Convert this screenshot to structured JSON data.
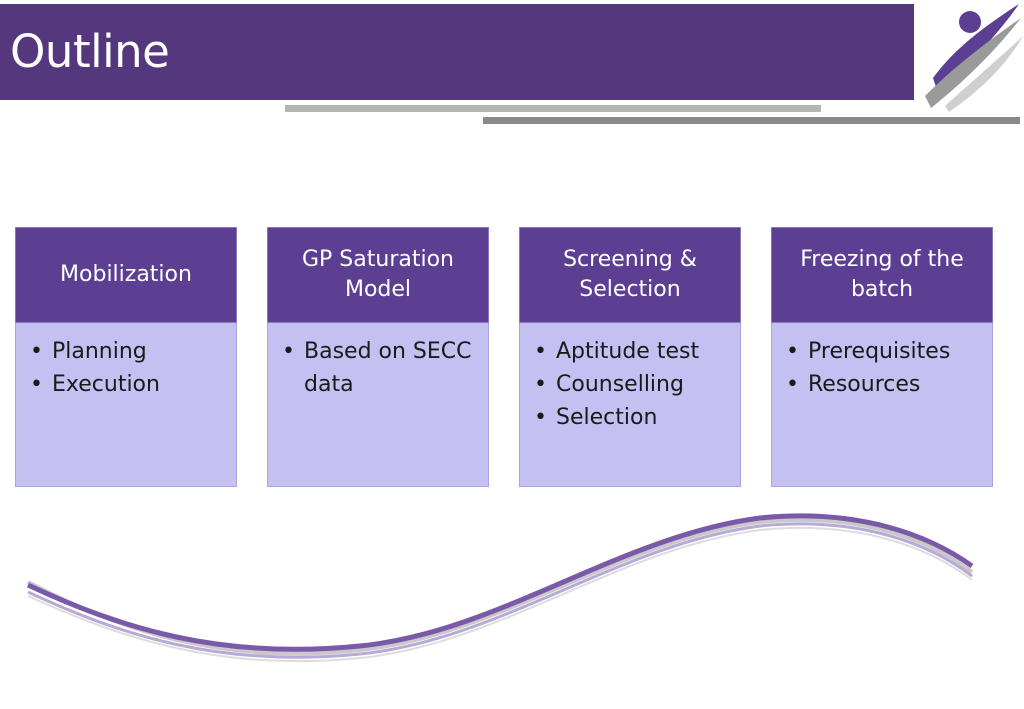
{
  "slide": {
    "title": "Outline"
  },
  "colors": {
    "title_bar": "#55377d",
    "card_header": "#5c3f92",
    "card_body": "#c4c0f2"
  },
  "cards": [
    {
      "title": "Mobilization",
      "items": [
        "Planning",
        "Execution"
      ]
    },
    {
      "title": "GP Saturation Model",
      "items": [
        "Based on SECC data"
      ]
    },
    {
      "title": "Screening & Selection",
      "items": [
        "Aptitude test",
        "Counselling",
        "Selection"
      ]
    },
    {
      "title": "Freezing of the batch",
      "items": [
        "Prerequisites",
        "Resources"
      ]
    }
  ]
}
